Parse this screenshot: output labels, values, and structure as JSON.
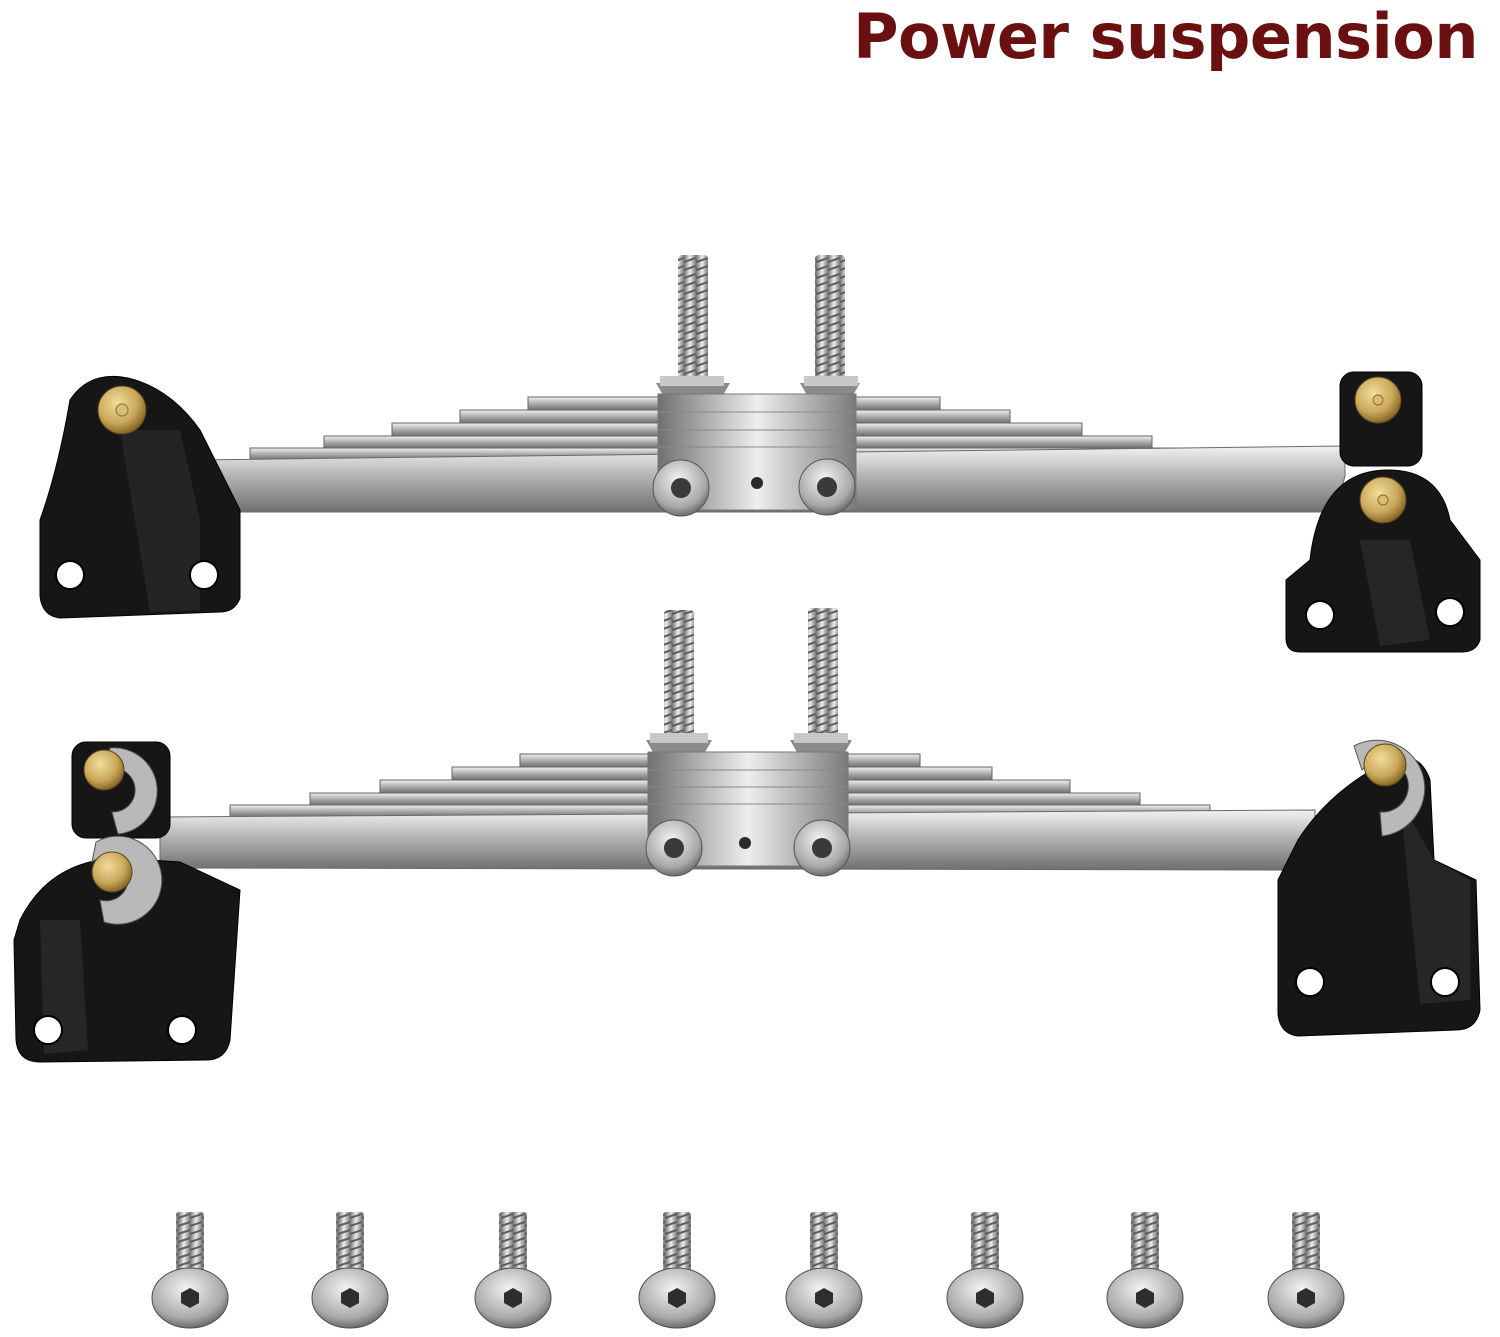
{
  "headline": "Power suspension",
  "colors": {
    "headline": "#6b1010",
    "steel": "#b9b9b9",
    "bracket": "#151515",
    "brass": "#c9a85a",
    "background": "#ffffff"
  },
  "product": {
    "leaf_spring_assemblies": 2,
    "mounting_screws": 8
  }
}
